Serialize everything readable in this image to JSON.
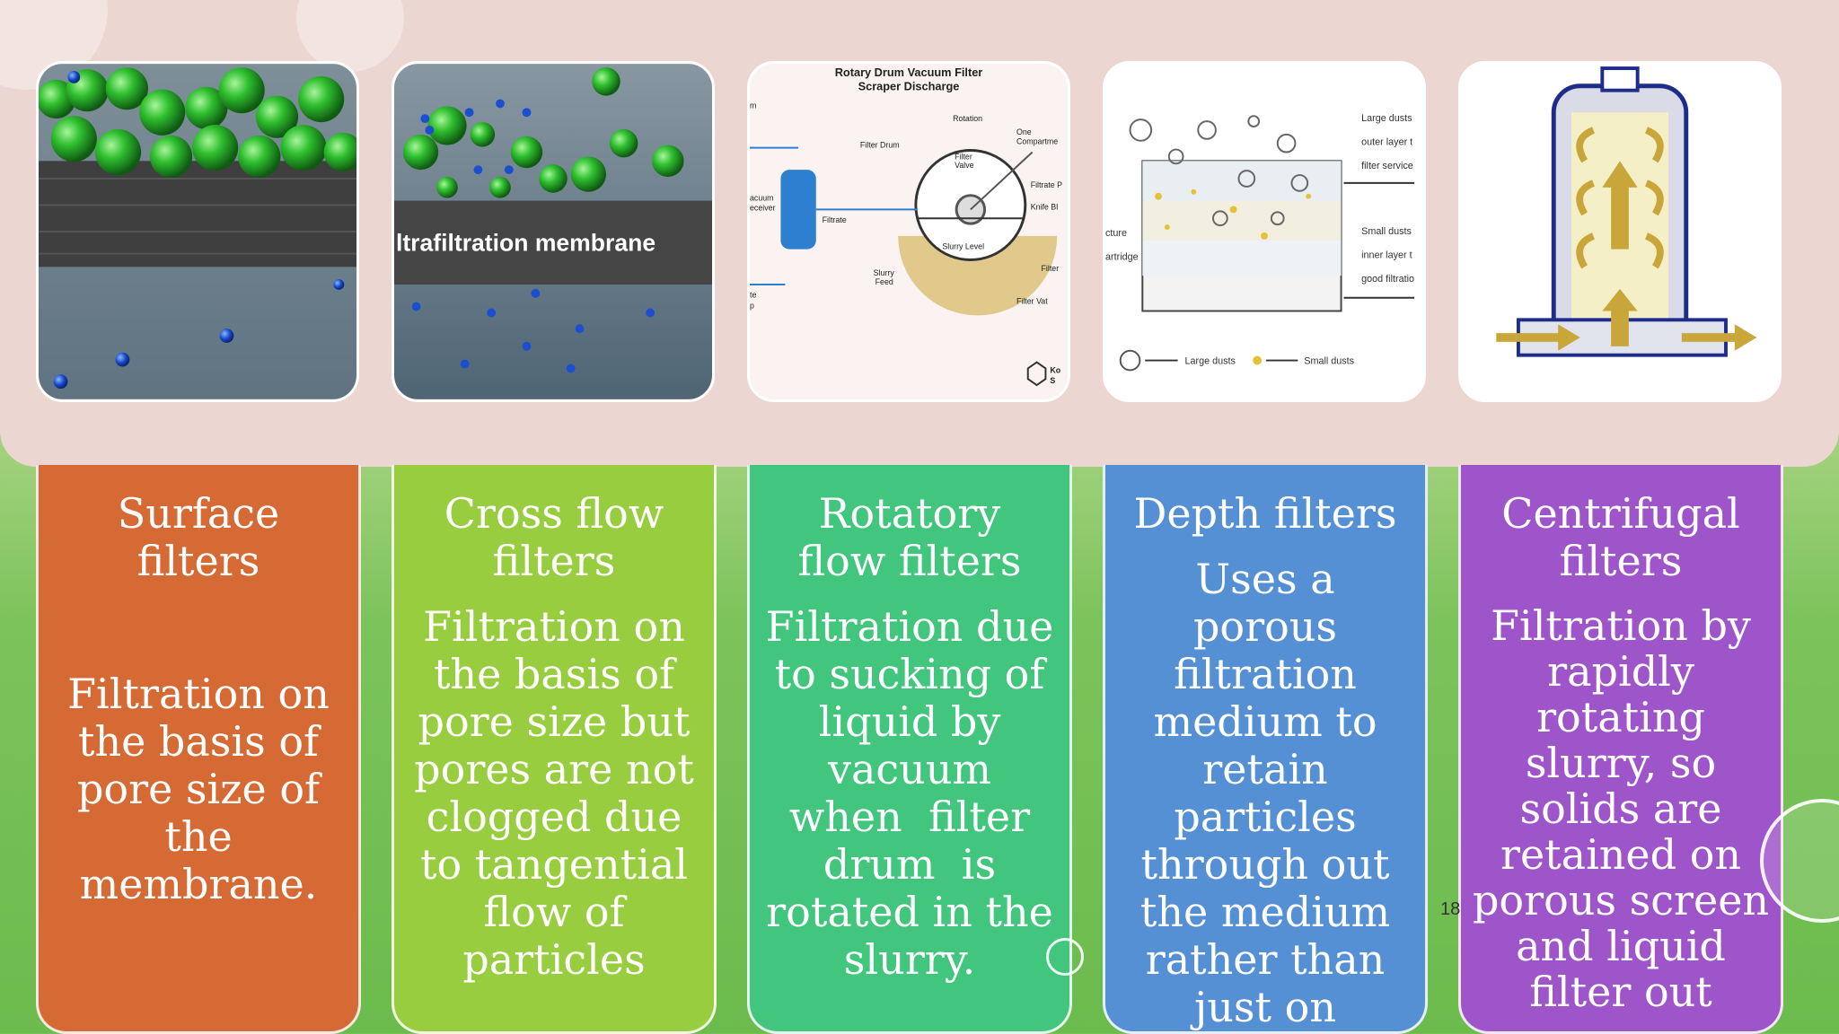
{
  "slide": {
    "page_number": "18",
    "images": [
      {
        "name": "surface-filter-membrane-image",
        "icon": "membrane-particles-illustration"
      },
      {
        "name": "ultrafiltration-membrane-image",
        "caption": "ltrafiltration membrane"
      },
      {
        "name": "rotary-drum-vacuum-filter-image",
        "title_line1": "Rotary Drum Vacuum Filter",
        "title_line2": "Scraper Discharge",
        "labels": [
          "Rotation",
          "One",
          "Compartme",
          "Filter Drum",
          "Filter",
          "Valve",
          "Filtrate P",
          "Knife Bl",
          "acuum",
          "eceiver",
          "Filtrate",
          "Slurry Level",
          "Filter",
          "Slurry",
          "Feed",
          "Filter Vat",
          "m",
          "te",
          "p",
          "Ko",
          "S"
        ]
      },
      {
        "name": "depth-filter-diagram-image",
        "labels": [
          "Large dusts",
          "outer layer t",
          "filter service",
          "Small dusts",
          "inner layer t",
          "good filtratio",
          "cture",
          "artridge",
          "Large dusts",
          "Small dusts"
        ]
      },
      {
        "name": "centrifugal-filter-diagram-image",
        "icon": "centrifugal-flow-arrows-illustration"
      }
    ],
    "cards": [
      {
        "title": "Surface filters",
        "title_lines": [
          "Surface",
          "filters"
        ],
        "desc_lines": [
          "Filtration on",
          "the basis of",
          "pore size of",
          "the",
          "membrane."
        ]
      },
      {
        "title_lines": [
          "Cross flow",
          "filters"
        ],
        "desc_lines": [
          "Filtration on",
          "the basis of",
          "pore size but",
          "pores are not",
          "clogged due",
          "to tangential",
          "flow of",
          "particles"
        ]
      },
      {
        "title_lines": [
          "Rotatory",
          "flow filters"
        ],
        "desc_lines": [
          "Filtration due",
          "to sucking of",
          "liquid by",
          "vacuum",
          "when  filter",
          "drum  is",
          "rotated in the",
          "slurry."
        ]
      },
      {
        "title_lines": [
          "Depth filters"
        ],
        "desc_lines": [
          "Uses a",
          "porous",
          "filtration",
          "medium to",
          "retain",
          "particles",
          "through out",
          "the medium",
          "rather than",
          "just on"
        ]
      },
      {
        "title_lines": [
          "Centrifugal",
          "filters"
        ],
        "desc_lines": [
          "Filtration by",
          "rapidly",
          "rotating",
          "slurry, so",
          "solids are",
          "retained on",
          "porous screen",
          "and liquid",
          "filter out"
        ]
      }
    ],
    "colors": {
      "surface": "#d56a35",
      "cross_flow": "#97cd3e",
      "rotatory": "#42c57d",
      "depth": "#5590d4",
      "centrifugal": "#9e55c9",
      "panel": "#ecd6d2"
    }
  }
}
